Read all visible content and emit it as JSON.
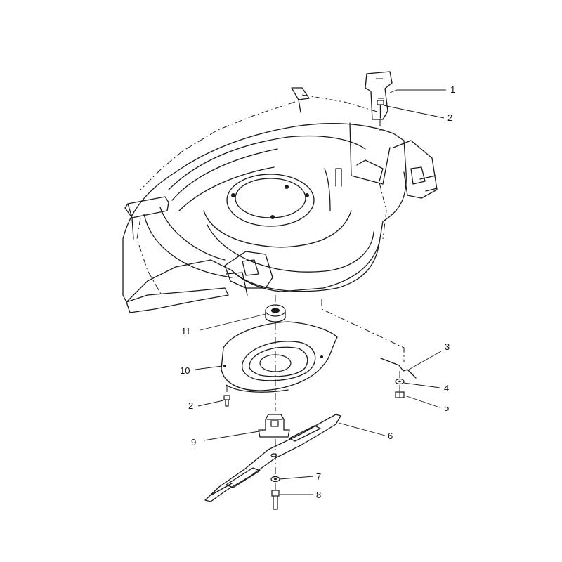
{
  "callouts": [
    {
      "id": "1",
      "label": "1"
    },
    {
      "id": "2a",
      "label": "2"
    },
    {
      "id": "3",
      "label": "3"
    },
    {
      "id": "4",
      "label": "4"
    },
    {
      "id": "5",
      "label": "5"
    },
    {
      "id": "6",
      "label": "6"
    },
    {
      "id": "7",
      "label": "7"
    },
    {
      "id": "8",
      "label": "8"
    },
    {
      "id": "9",
      "label": "9"
    },
    {
      "id": "10",
      "label": "10"
    },
    {
      "id": "11",
      "label": "11"
    },
    {
      "id": "2b",
      "label": "2"
    }
  ]
}
